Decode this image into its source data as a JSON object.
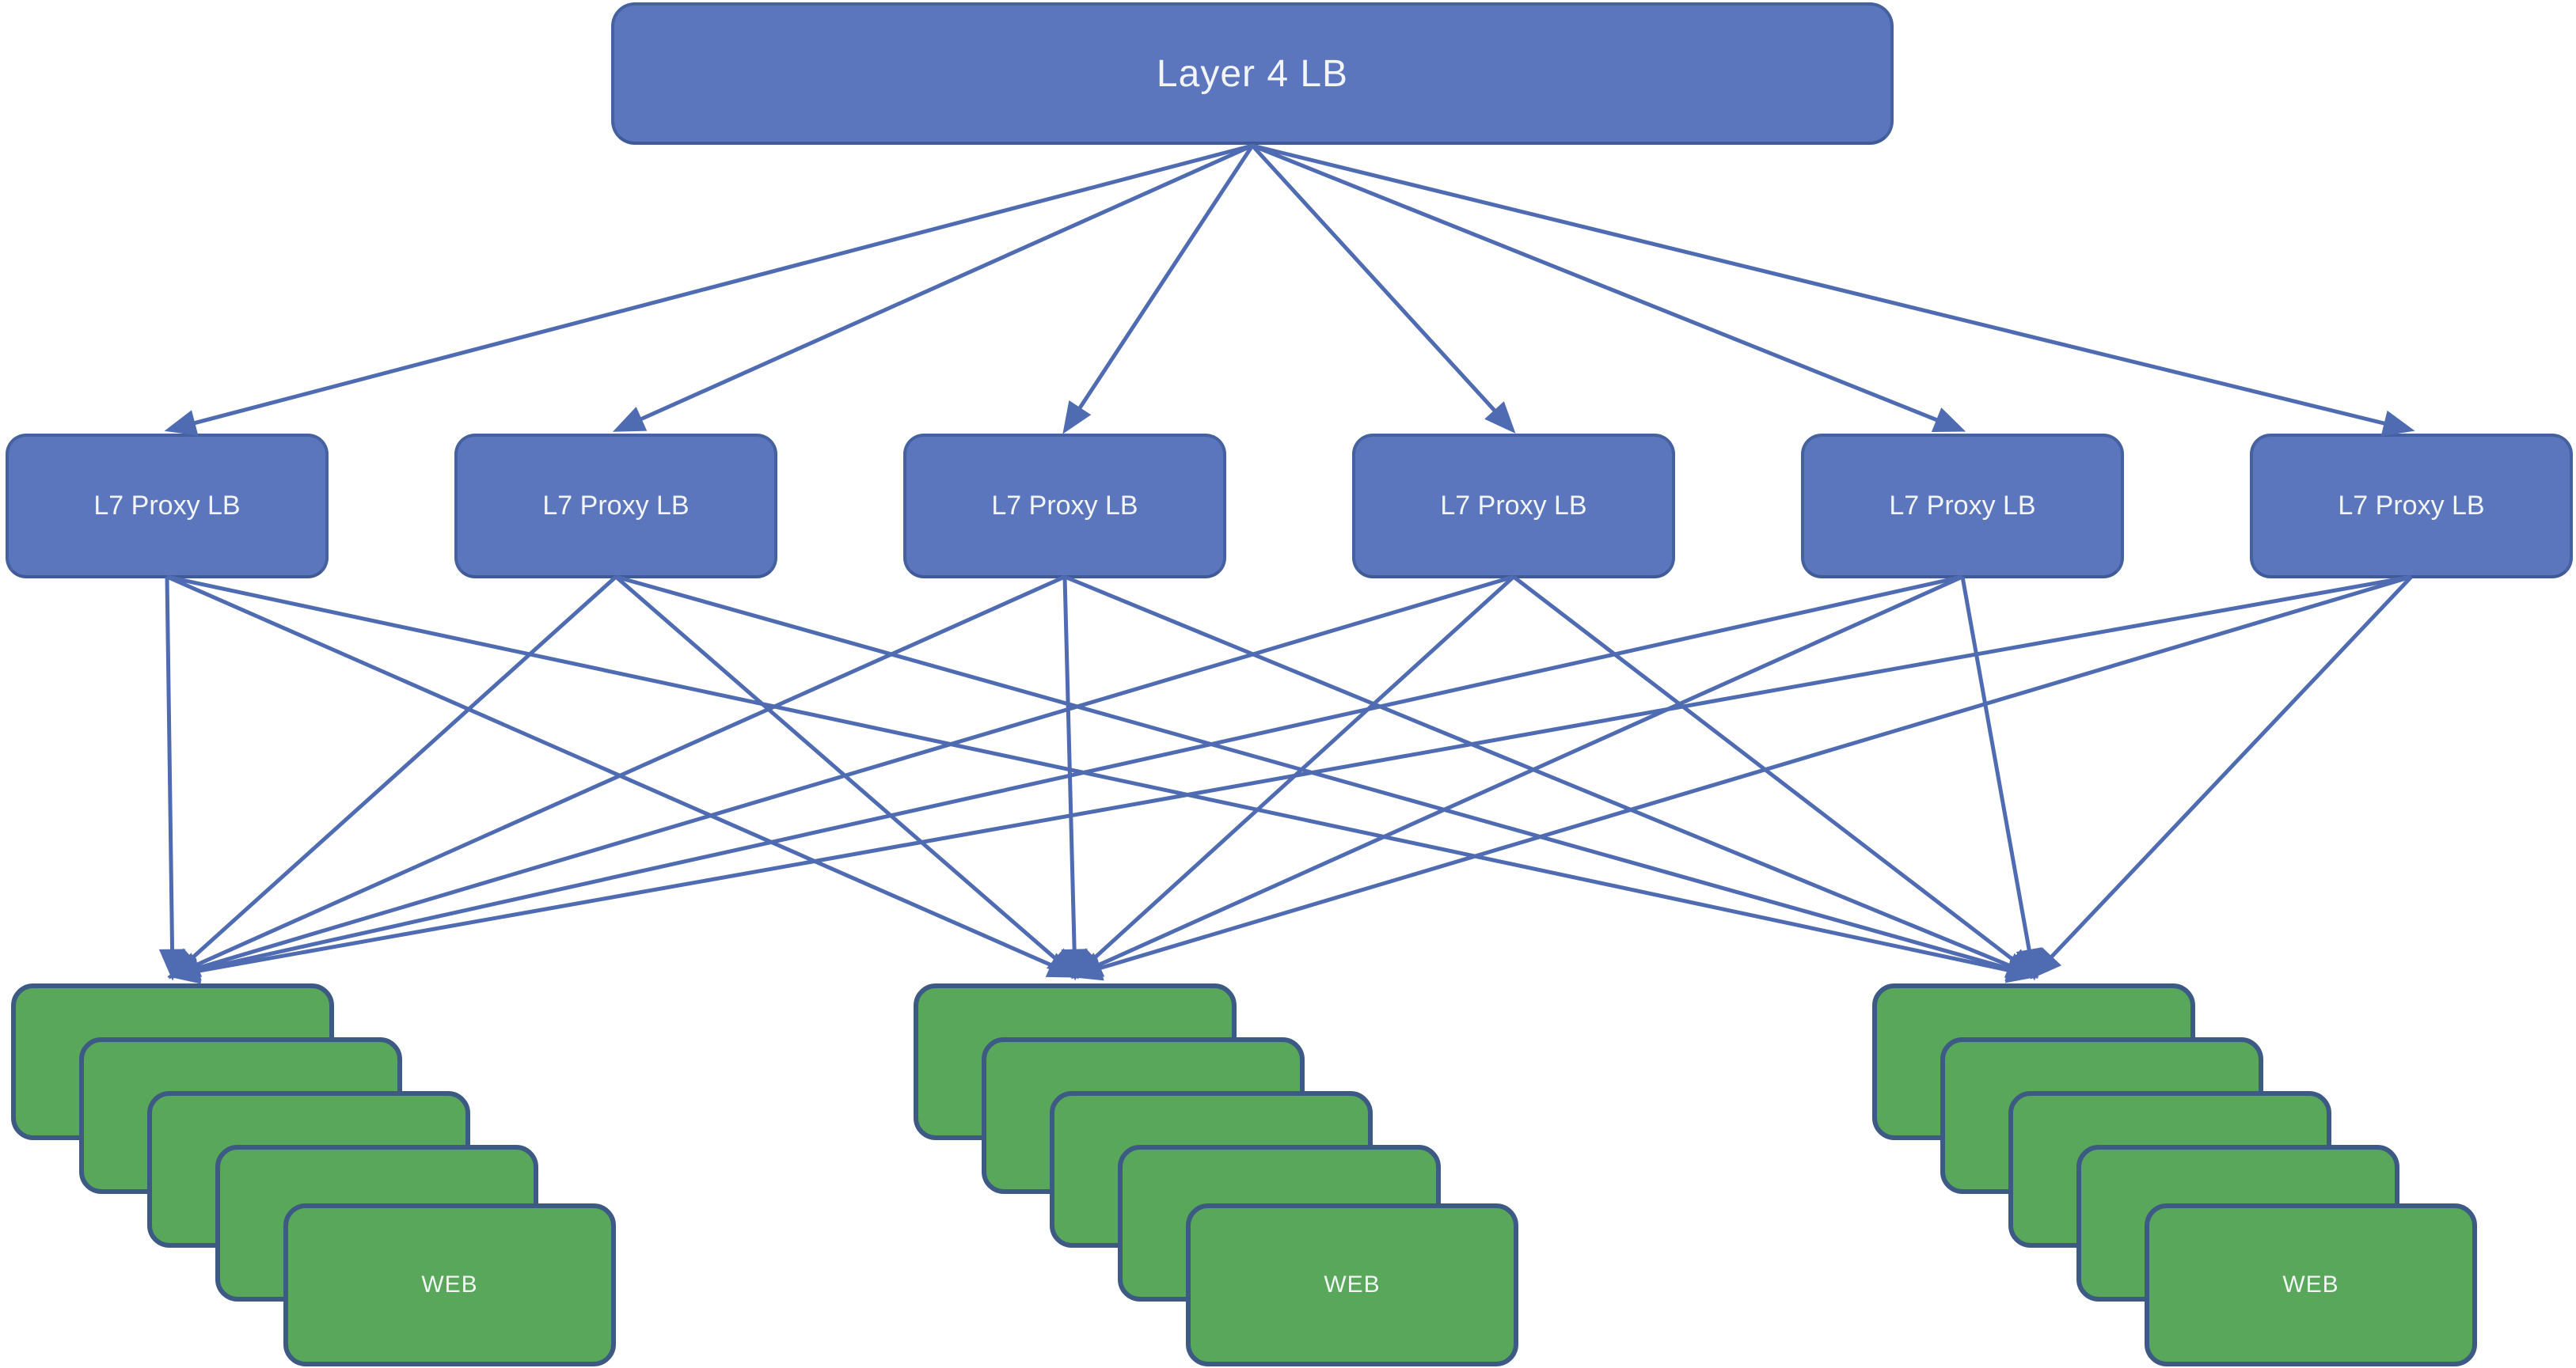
{
  "title": "Load balancer topology diagram",
  "colors": {
    "background": "#ffffff",
    "blue_fill": "#5b76bd",
    "blue_border": "#46619f",
    "green_fill": "#58a75a",
    "green_border": "#3c5a84",
    "connector": "#4f6bb1",
    "label_text": "#f2f4f6"
  },
  "nodes": {
    "layer4_lb": {
      "label": "Layer 4 LB"
    },
    "l7_proxy": {
      "label": "L7 Proxy LB",
      "count": 6
    },
    "web_stack": {
      "label": "WEB",
      "stack_count": 3,
      "servers_per_stack": 5
    }
  },
  "edges": {
    "layer4_to_l7": "single source fans out to all 6 L7 Proxy LB nodes (arrowheads at L7 tops)",
    "l7_to_web": "every L7 Proxy LB node connects to all 3 WEB stacks (18 arrows converging on stack tops)"
  }
}
